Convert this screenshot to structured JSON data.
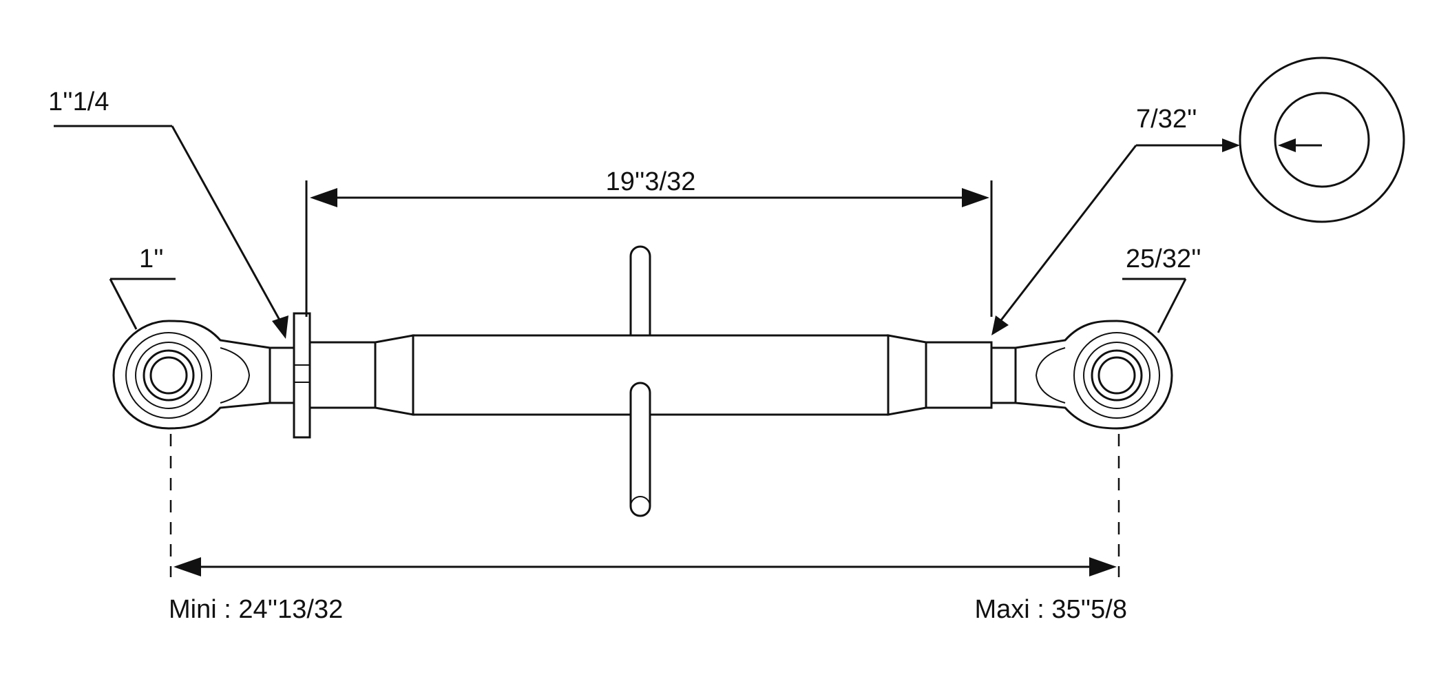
{
  "labels": {
    "thread_size": "1''1/4",
    "pin_left": "1''",
    "body_length": "19''3/32",
    "hole_size": "7/32''",
    "pin_right": "25/32''",
    "min_length": "Mini : 24''13/32",
    "max_length": "Maxi : 35''5/8"
  }
}
